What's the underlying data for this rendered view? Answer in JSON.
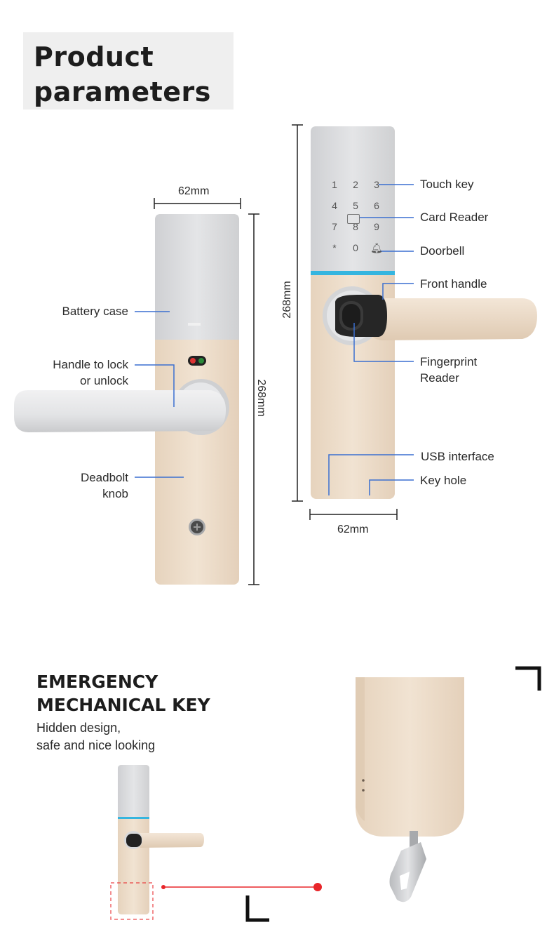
{
  "title": {
    "line1": "Product",
    "line2": "parameters"
  },
  "left_lock": {
    "width_dim": "62mm",
    "height_dim": "268mm",
    "labels": {
      "battery_case": "Battery case",
      "handle_line1": "Handle to lock",
      "handle_line2": "or unlock",
      "deadbolt_line1": "Deadbolt",
      "deadbolt_line2": "knob"
    }
  },
  "right_lock": {
    "width_dim": "62mm",
    "height_dim": "268mm",
    "keypad": [
      "1",
      "2",
      "3",
      "4",
      "5",
      "6",
      "7",
      "8",
      "9",
      "*",
      "0"
    ],
    "labels": {
      "touch_key": "Touch key",
      "card_reader": "Card Reader",
      "doorbell": "Doorbell",
      "front_handle": "Front handle",
      "fingerprint_line1": "Fingerprint",
      "fingerprint_line2": "Reader",
      "usb": "USB interface",
      "key_hole": "Key hole"
    }
  },
  "emergency": {
    "title_line1": "EMERGENCY",
    "title_line2": "MECHANICAL KEY",
    "sub_line1": "Hidden design,",
    "sub_line2": "safe and nice looking"
  },
  "colors": {
    "silver": "#d9dadc",
    "champagne": "#eddcc9",
    "leader_blue": "#3a6fd0",
    "accent_cyan": "#35b5df",
    "highlight_red": "#e8262a"
  }
}
